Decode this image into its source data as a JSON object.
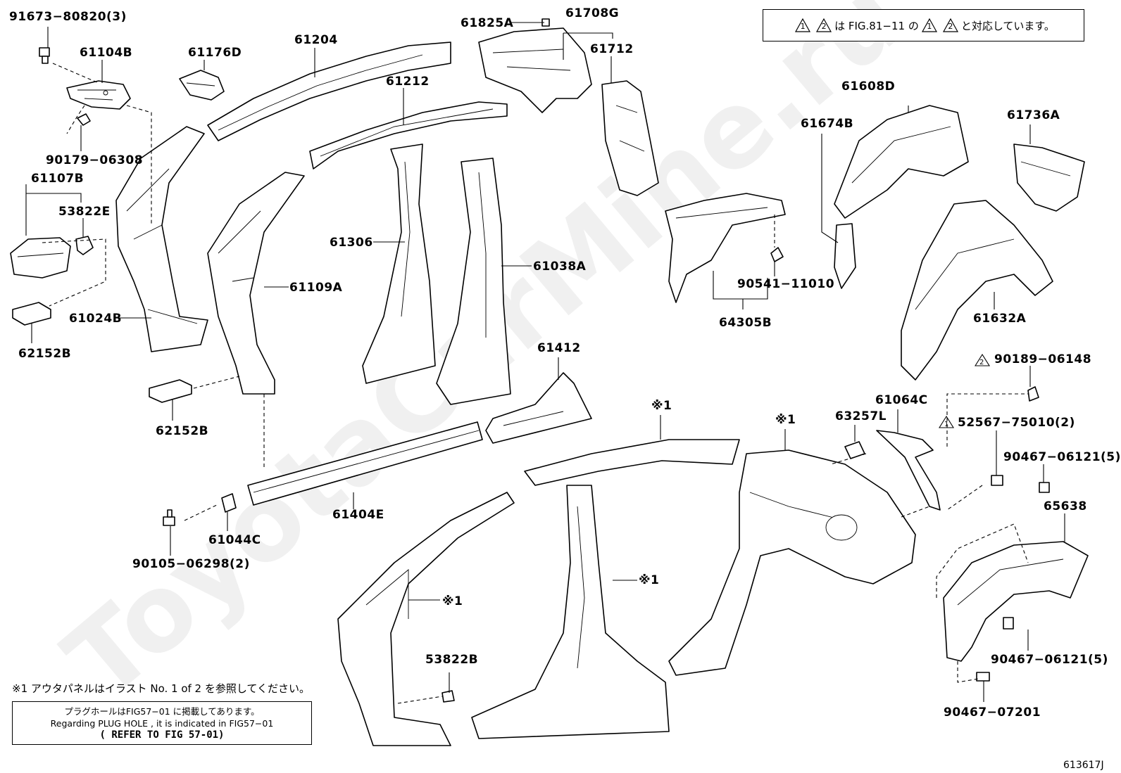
{
  "header_note": {
    "mark1": "1",
    "mark2": "2",
    "text_mid": "は FIG.81−11 の",
    "text_end": "と対応しています。"
  },
  "labels": {
    "p91673": "91673−80820(3)",
    "p61104B": "61104B",
    "p61176D": "61176D",
    "p61204": "61204",
    "p61825A": "61825A",
    "p61708G": "61708G",
    "p61712": "61712",
    "p90179": "90179−06308",
    "p61212": "61212",
    "p61107B": "61107B",
    "p53822E": "53822E",
    "p61306": "61306",
    "p61038A": "61038A",
    "p61109A": "61109A",
    "p61024B": "61024B",
    "p62152B_1": "62152B",
    "p62152B_2": "62152B",
    "p61412": "61412",
    "p61404E": "61404E",
    "p61044C": "61044C",
    "p90105": "90105−06298(2)",
    "p53822B": "53822B",
    "p61608D": "61608D",
    "p61674B": "61674B",
    "p61736A": "61736A",
    "p90541": "90541−11010",
    "p64305B": "64305B",
    "p61632A": "61632A",
    "p90189": "90189−06148",
    "p61064C": "61064C",
    "p63257L": "63257L",
    "p52567": "52567−75010(2)",
    "p90467_a": "90467−06121(5)",
    "p65638": "65638",
    "p90467_b": "90467−06121(5)",
    "p90467_c": "90467−07201",
    "mark_top1": "※1",
    "mark_top2": "※1",
    "mark_mid": "※1",
    "mark_left": "※1",
    "tri2": "2",
    "tri1": "1"
  },
  "watermark": "ToyotaCarMine.ru",
  "outer_panel_note": "※1 アウタパネルはイラスト No. 1 of 2 を参照してください。",
  "plug_hole": {
    "line_jp": "プラグホールはFIG57−01 に掲載してあります。",
    "line_en": "Regarding  PLUG HOLE , it is indicated in  FIG57−01",
    "ref": "( REFER TO FIG 57-01)"
  },
  "figure_code": "613617J"
}
